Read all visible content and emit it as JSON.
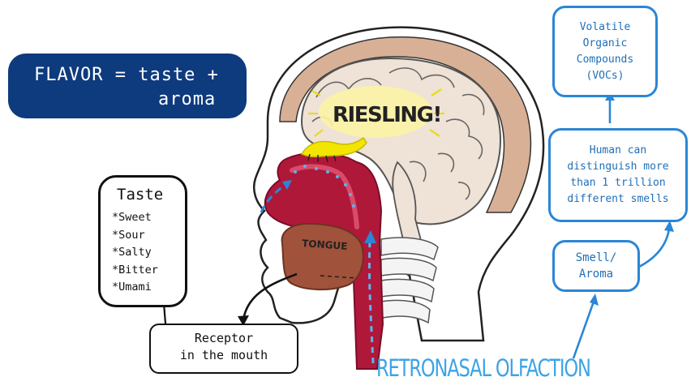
{
  "flavor": {
    "line1": "FLAVOR = taste +",
    "line2": "aroma"
  },
  "taste": {
    "title": "Taste",
    "items": [
      "*Sweet",
      "*Sour",
      "*Salty",
      "*Bitter",
      "*Umami"
    ]
  },
  "receptor": {
    "line1": "Receptor",
    "line2": "in the mouth"
  },
  "brain_label": "RIESLING!",
  "tongue_label": "TONGUE",
  "voc": {
    "lines": [
      "Volatile",
      "Organic",
      "Compounds",
      "(VOCs)"
    ]
  },
  "human": {
    "lines": [
      "Human can",
      "distinguish more",
      "than 1 trillion",
      "different smells"
    ]
  },
  "smell": {
    "lines": [
      "Smell/",
      "Aroma"
    ]
  },
  "retronasal_label": "RETRONASAL OLFACTION",
  "colors": {
    "navy": "#0e3a7e",
    "blue": "#2a86d6",
    "crimson": "#b0183a",
    "tongue": "#a0523a",
    "brain": "#efe2d6",
    "brain_edge": "#c99474",
    "yellow": "#f2e600"
  }
}
